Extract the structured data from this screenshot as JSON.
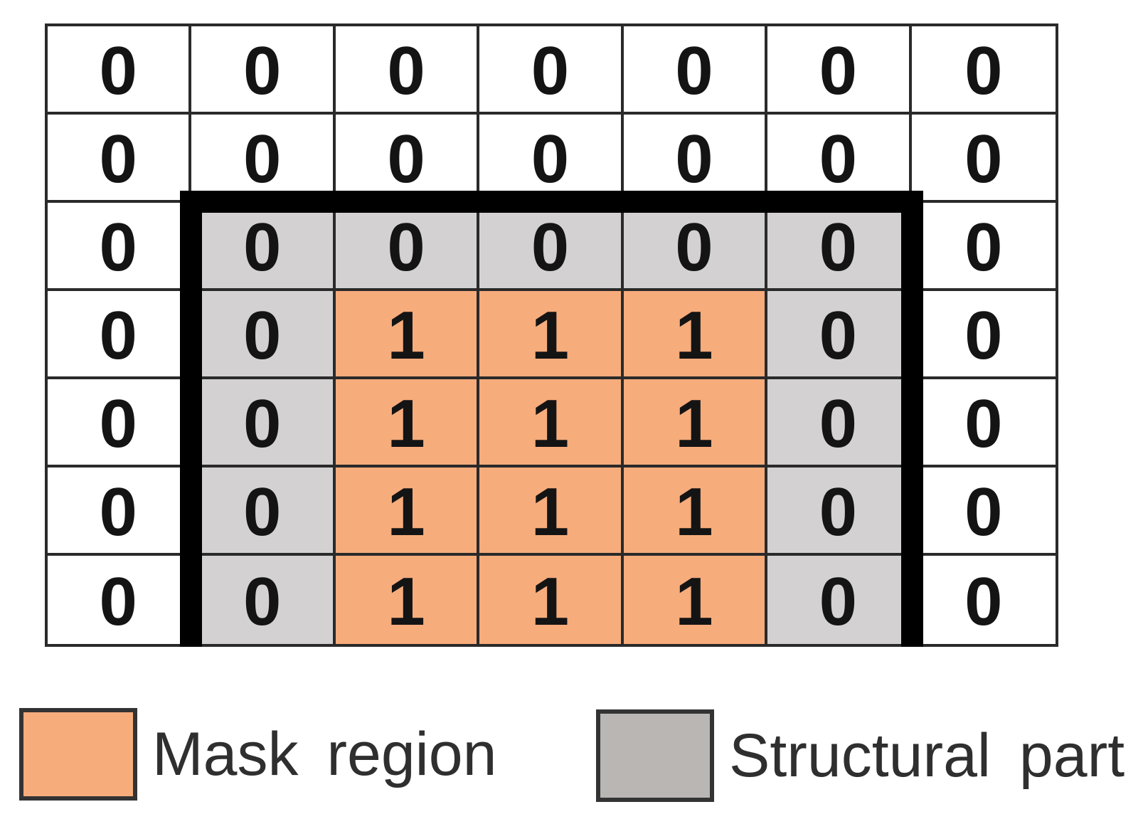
{
  "grid": {
    "rows": 7,
    "cols": 7,
    "values": [
      [
        "0",
        "0",
        "0",
        "0",
        "0",
        "0",
        "0"
      ],
      [
        "0",
        "0",
        "0",
        "0",
        "0",
        "0",
        "0"
      ],
      [
        "0",
        "0",
        "0",
        "0",
        "0",
        "0",
        "0"
      ],
      [
        "0",
        "0",
        "1",
        "1",
        "1",
        "0",
        "0"
      ],
      [
        "0",
        "0",
        "1",
        "1",
        "1",
        "0",
        "0"
      ],
      [
        "0",
        "0",
        "1",
        "1",
        "1",
        "0",
        "0"
      ],
      [
        "0",
        "0",
        "1",
        "1",
        "1",
        "0",
        "0"
      ]
    ],
    "types": [
      [
        "plain",
        "plain",
        "plain",
        "plain",
        "plain",
        "plain",
        "plain"
      ],
      [
        "plain",
        "plain",
        "plain",
        "plain",
        "plain",
        "plain",
        "plain"
      ],
      [
        "plain",
        "structural",
        "structural",
        "structural",
        "structural",
        "structural",
        "plain"
      ],
      [
        "plain",
        "structural",
        "mask",
        "mask",
        "mask",
        "structural",
        "plain"
      ],
      [
        "plain",
        "structural",
        "mask",
        "mask",
        "mask",
        "structural",
        "plain"
      ],
      [
        "plain",
        "structural",
        "mask",
        "mask",
        "mask",
        "structural",
        "plain"
      ],
      [
        "plain",
        "structural",
        "mask",
        "mask",
        "mask",
        "structural",
        "plain"
      ]
    ]
  },
  "legend": {
    "items": [
      {
        "id": "mask",
        "label": "Mask region"
      },
      {
        "id": "structural",
        "label": "Structural part"
      }
    ]
  },
  "colors": {
    "mask_fill": "#F7AC7C",
    "structural_fill": "#D3D1D1",
    "plain_fill": "#FFFFFF",
    "legend_structural_fill": "#BAB6B3",
    "grid_line": "#2A2A2A",
    "highlight_border": "#000000",
    "digit": "#141414",
    "label_text": "#2F2F2F"
  }
}
